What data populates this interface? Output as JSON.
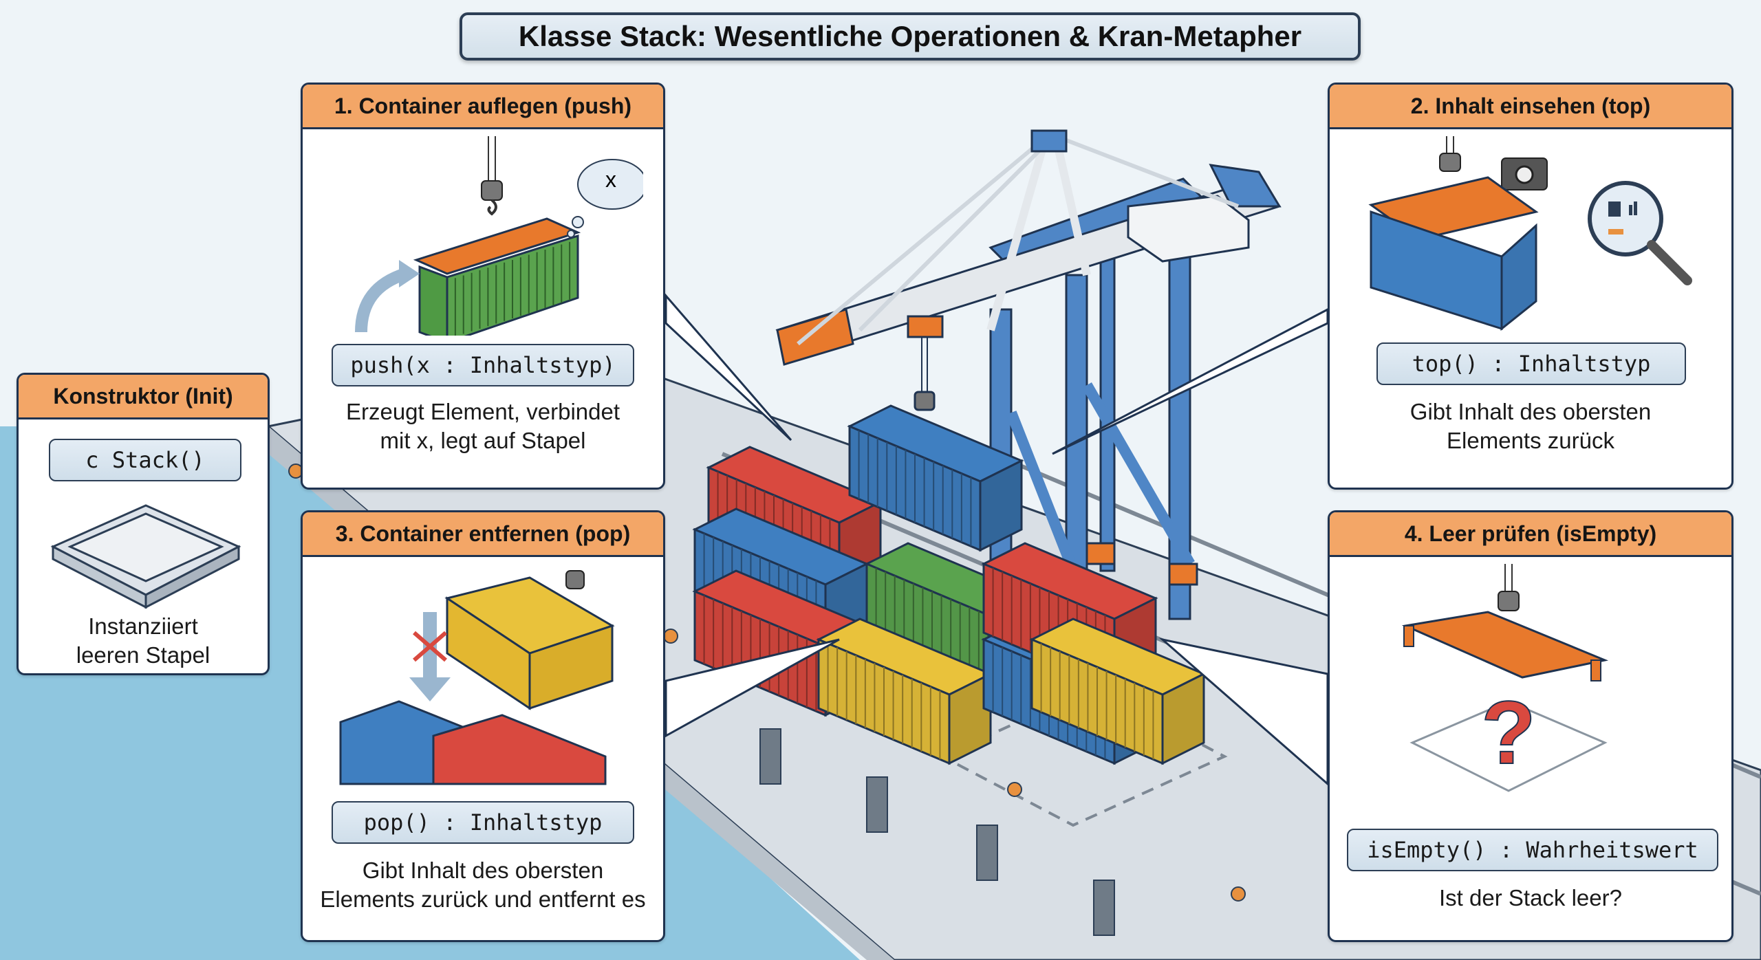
{
  "title": "Klasse Stack: Wesentliche Operationen & Kran-Metapher",
  "colors": {
    "header_orange": "#f3a667",
    "container_red": "#d9493f",
    "container_blue": "#3f7fc1",
    "container_green": "#5aa34e",
    "container_yellow": "#e9c23b",
    "crane_blue": "#4f86c6",
    "spreader_orange": "#e8792c",
    "water": "#8fc6df"
  },
  "panels": {
    "constructor": {
      "header": "Konstruktor (Init)",
      "signature": "c Stack()",
      "description_line1": "Instanziiert",
      "description_line2": "leeren Stapel",
      "illustration": "empty-tray-icon"
    },
    "push": {
      "header": "1. Container auflegen (push)",
      "signature": "push(x : Inhaltstyp)",
      "description_line1": "Erzeugt Element, verbindet",
      "description_line2": "mit x, legt auf Stapel",
      "thought_bubble": "x",
      "illustration": "green-container-on-hook-icon"
    },
    "top": {
      "header": "2. Inhalt einsehen (top)",
      "signature": "top() : Inhaltstyp",
      "description_line1": "Gibt Inhalt des obersten",
      "description_line2": "Elements zurück",
      "illustration": "blue-container-magnifier-camera-icon"
    },
    "pop": {
      "header": "3. Container entfernen (pop)",
      "signature": "pop() : Inhaltstyp",
      "description_line1": "Gibt Inhalt des obersten",
      "description_line2": "Elements zurück und entfernt es",
      "illustration": "yellow-container-lifted-icon"
    },
    "isEmpty": {
      "header": "4. Leer prüfen (isEmpty)",
      "signature": "isEmpty() : Wahrheitswert",
      "description_line1": "Ist der Stack leer?",
      "illustration": "empty-spreader-question-mark-icon"
    }
  },
  "scene": {
    "description": "Isometric harbor quay with blue gantry crane lifting a blue container above a stack of red, blue, green and yellow containers",
    "stack_containers": [
      "red",
      "blue",
      "red",
      "green",
      "yellow",
      "blue",
      "red",
      "yellow"
    ],
    "lifted_container": "blue"
  }
}
